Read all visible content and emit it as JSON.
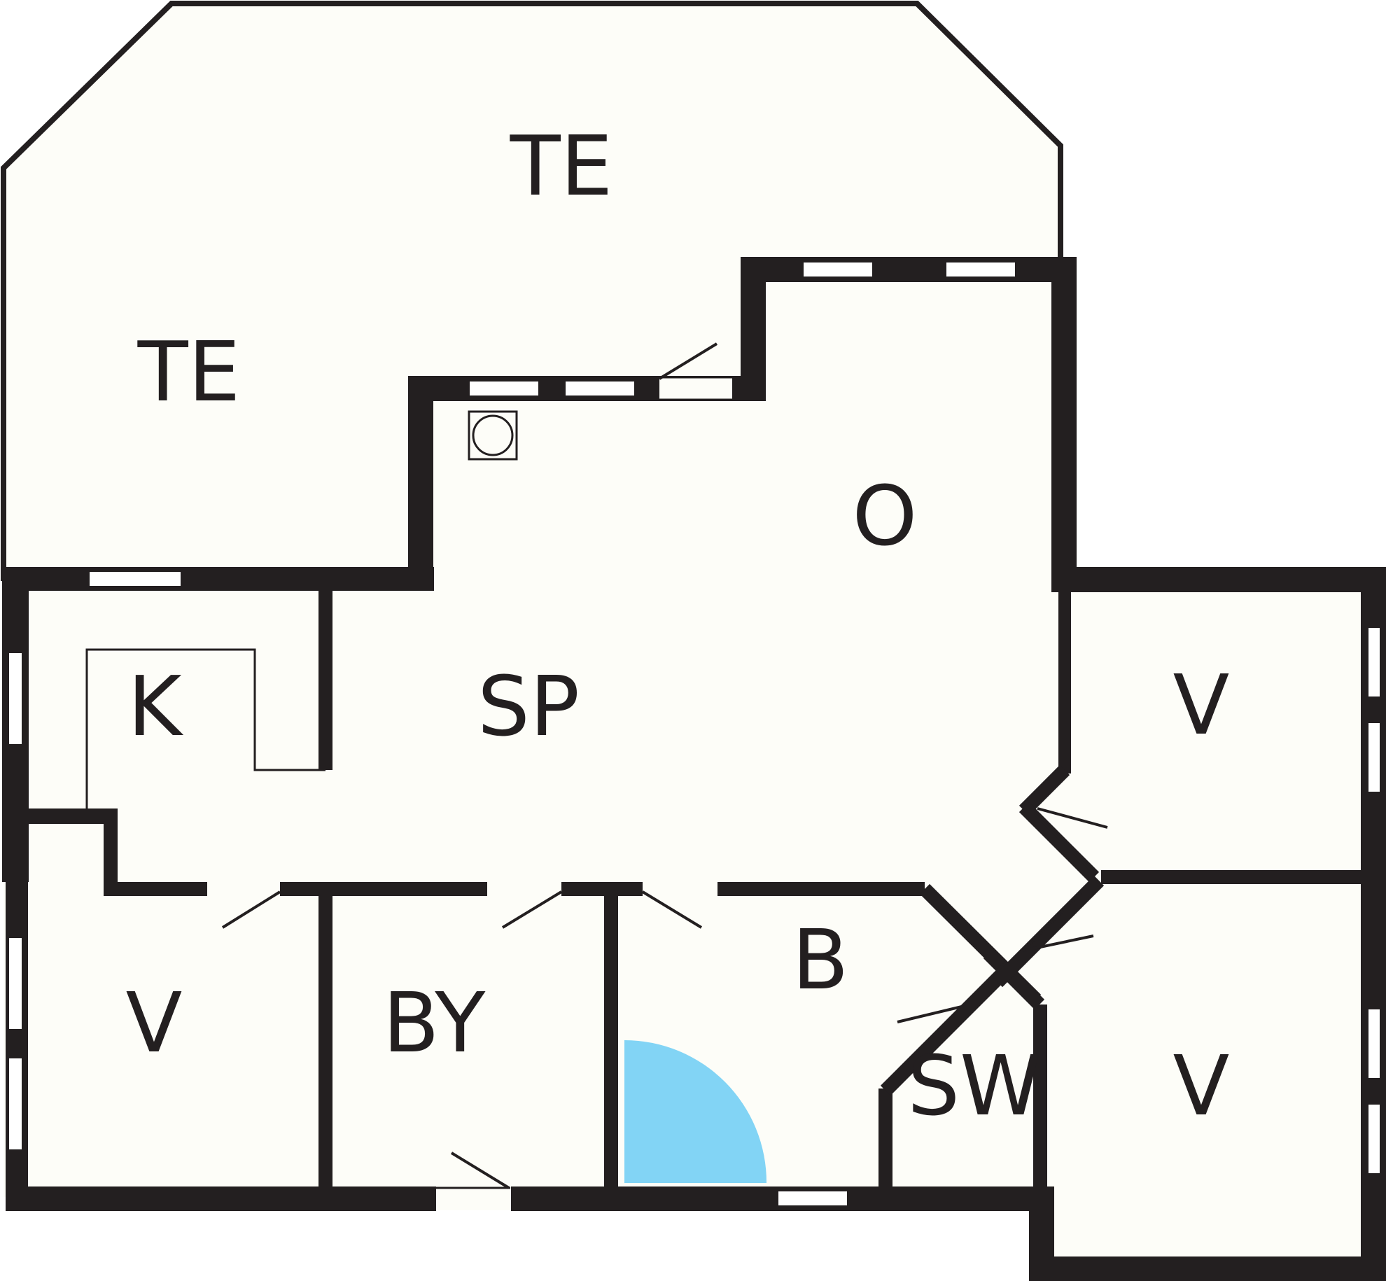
{
  "floorplan": {
    "colors": {
      "wall": "#231f20",
      "floor": "#fdfdf8",
      "shower": "#82d4f5",
      "background": "#ffffff"
    },
    "rooms": {
      "terrace_top": "TE",
      "terrace_left": "TE",
      "living": "O",
      "kitchen": "K",
      "dining": "SP",
      "bedroom_left": "V",
      "utility": "BY",
      "bathroom": "B",
      "sauna": "SW",
      "bedroom_right_top": "V",
      "bedroom_right_bottom": "V"
    },
    "icons": [
      "stove-icon",
      "shower-icon"
    ]
  }
}
